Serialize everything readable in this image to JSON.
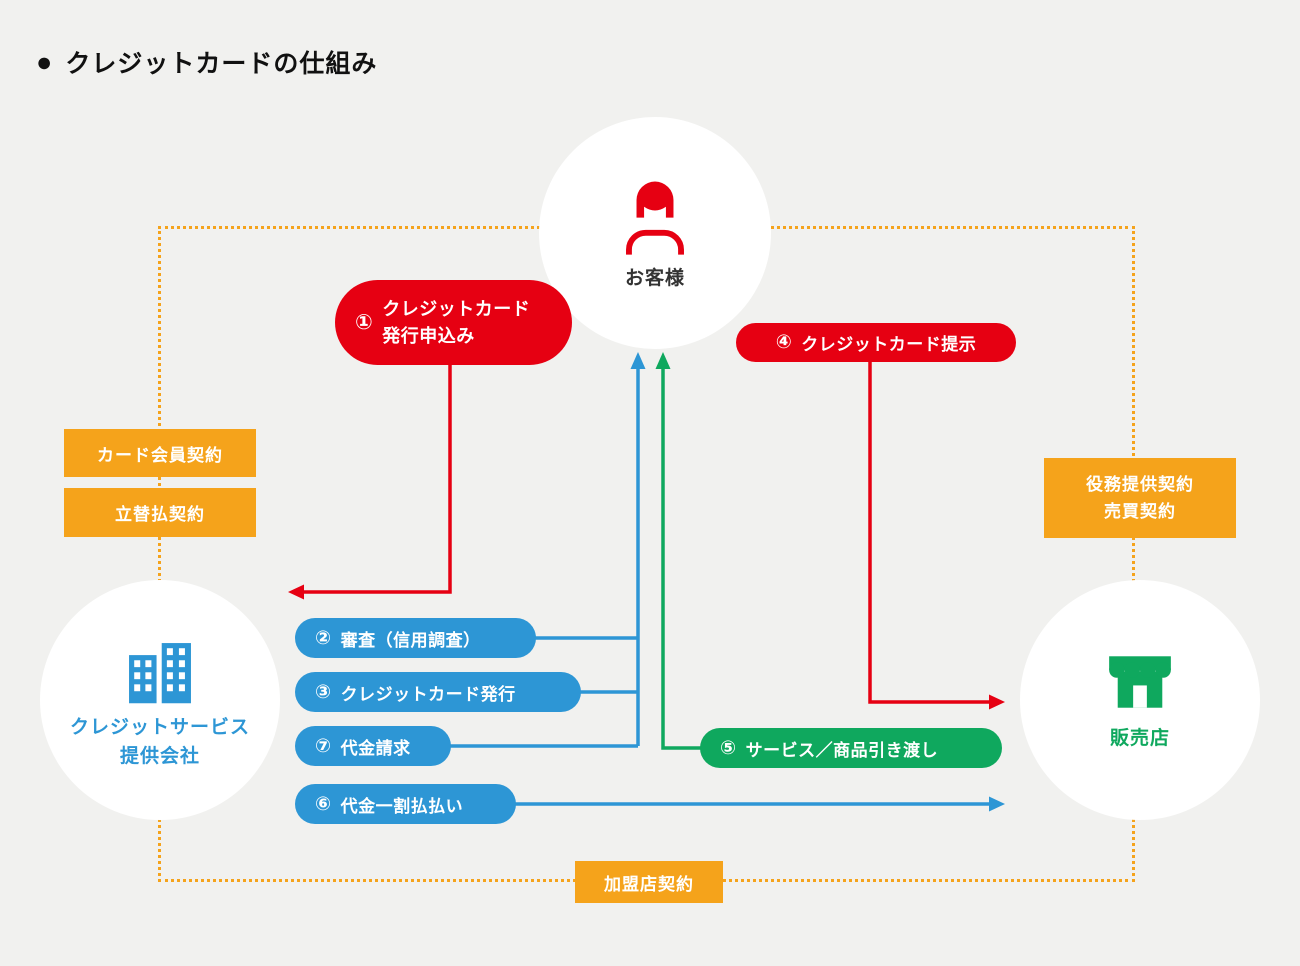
{
  "title": {
    "bullet": "●",
    "text": "クレジットカードの仕組み"
  },
  "nodes": {
    "customer": {
      "label": "お客様"
    },
    "provider": {
      "line1": "クレジットサービス",
      "line2": "提供会社"
    },
    "store": {
      "label": "販売店"
    }
  },
  "contracts": {
    "card_member": "カード会員契約",
    "tatekae": "立替払契約",
    "service_line1": "役務提供契約",
    "service_line2": "売買契約",
    "merchant": "加盟店契約"
  },
  "steps": {
    "s1": {
      "num": "①",
      "line1": "クレジットカード",
      "line2": "発行申込み"
    },
    "s2": {
      "num": "②",
      "label": "審査（信用調査）"
    },
    "s3": {
      "num": "③",
      "label": "クレジットカード発行"
    },
    "s4": {
      "num": "④",
      "label": "クレジットカード提示"
    },
    "s5": {
      "num": "⑤",
      "label": "サービス／商品引き渡し"
    },
    "s6": {
      "num": "⑥",
      "label": "代金一割払払い"
    },
    "s7": {
      "num": "⑦",
      "label": "代金請求"
    }
  },
  "colors": {
    "red": "#e60012",
    "blue": "#2d96d5",
    "green": "#0fa85e",
    "orange": "#f5a31b",
    "background": "#f1f1ef",
    "provider_text": "#2d96d5",
    "store_text": "#0fa85e",
    "customer_text": "#333333"
  }
}
